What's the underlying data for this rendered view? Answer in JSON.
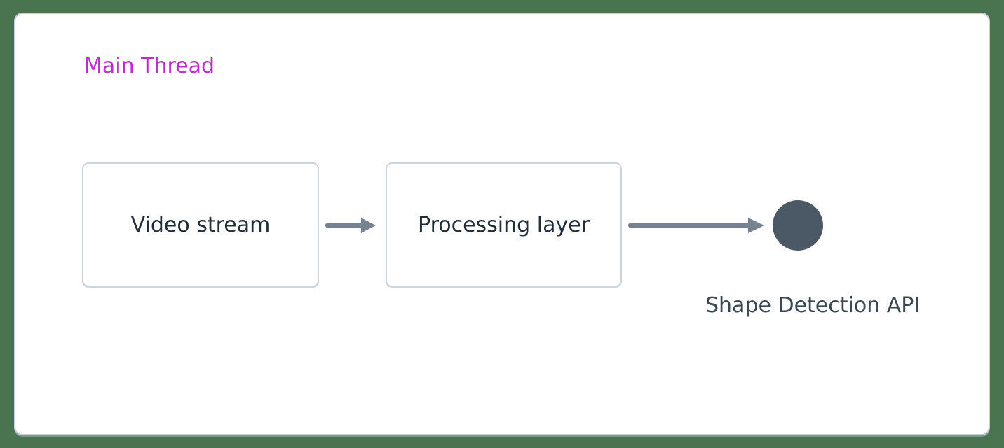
{
  "colors": {
    "background": "#4a7350",
    "panel_bg": "#ffffff",
    "panel_border": "#c5cfd8",
    "title": "#bb2dcc",
    "node_border": "#cbd4dc",
    "node_text": "#212d38",
    "arrow": "#76828f",
    "endpoint_circle": "#4b5866",
    "endpoint_label": "#3a4854"
  },
  "diagram": {
    "thread_label": "Main Thread",
    "nodes": [
      {
        "id": "video-stream",
        "label": "Video stream"
      },
      {
        "id": "processing-layer",
        "label": "Processing layer"
      }
    ],
    "endpoint": {
      "id": "shape-detection-api",
      "label": "Shape Detection API"
    },
    "connections": [
      {
        "from": "video-stream",
        "to": "processing-layer"
      },
      {
        "from": "processing-layer",
        "to": "shape-detection-api"
      }
    ]
  }
}
